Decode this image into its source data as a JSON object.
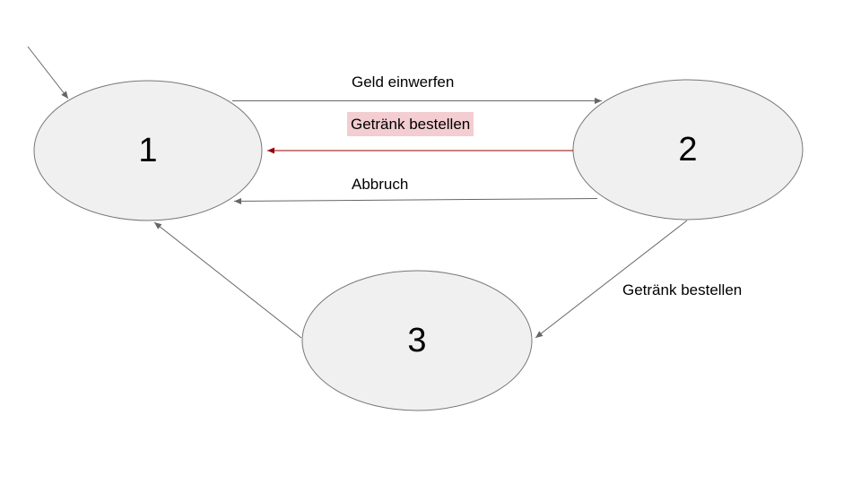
{
  "diagram": {
    "type": "state-machine",
    "states": [
      {
        "id": "1",
        "label": "1"
      },
      {
        "id": "2",
        "label": "2"
      },
      {
        "id": "3",
        "label": "3"
      }
    ],
    "transitions": [
      {
        "from": "start",
        "to": "1",
        "label": "",
        "kind": "initial-arrow"
      },
      {
        "from": "1",
        "to": "2",
        "label": "Geld einwerfen"
      },
      {
        "from": "2",
        "to": "1",
        "label": "Getränk bestellen",
        "highlighted": true
      },
      {
        "from": "2",
        "to": "1",
        "label": "Abbruch"
      },
      {
        "from": "2",
        "to": "3",
        "label": "Getränk bestellen"
      },
      {
        "from": "3",
        "to": "1",
        "label": ""
      }
    ],
    "colors": {
      "background": "#ffffff",
      "state_fill": "#f0f0f0",
      "state_stroke": "#777777",
      "edge_stroke": "#666666",
      "highlighted_edge_stroke": "#990000",
      "label_highlight_bg": "#f3cdd1",
      "text": "#000000"
    }
  }
}
